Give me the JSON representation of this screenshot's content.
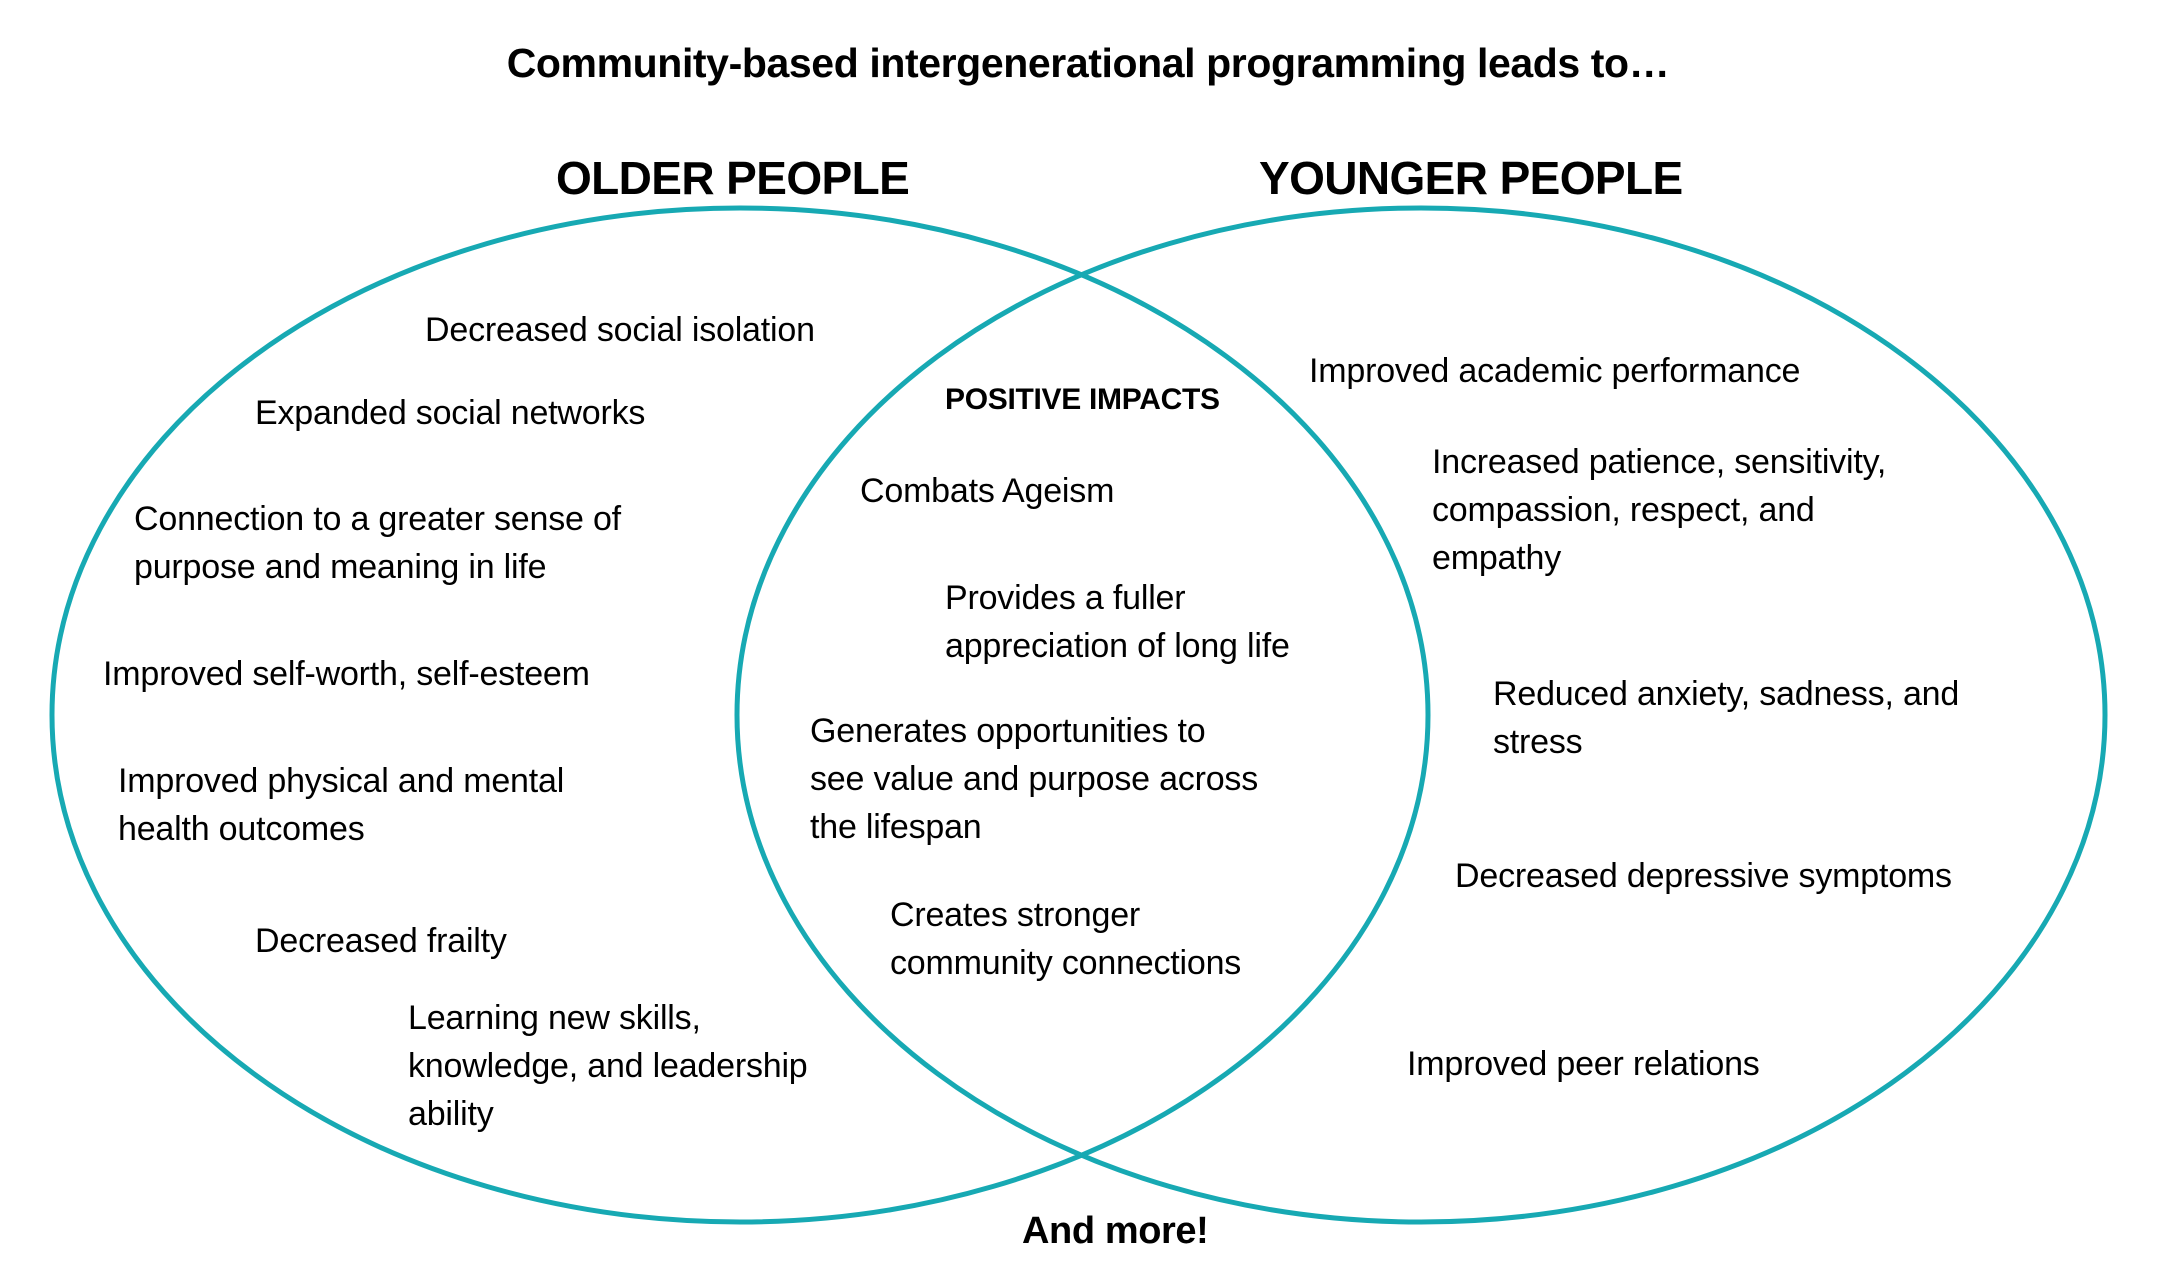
{
  "title": "Community-based intergenerational programming leads to…",
  "colors": {
    "circle_stroke": "#17A9B3",
    "text": "#000000",
    "background": "#FFFFFF"
  },
  "groups": {
    "older": {
      "heading": "OLDER PEOPLE",
      "items": [
        {
          "lines": [
            "Decreased social isolation"
          ]
        },
        {
          "lines": [
            "Expanded social networks"
          ]
        },
        {
          "lines": [
            "Connection to a greater sense of",
            "purpose and meaning in life"
          ]
        },
        {
          "lines": [
            "Improved self-worth, self-esteem"
          ]
        },
        {
          "lines": [
            "Improved physical and mental",
            "health outcomes"
          ]
        },
        {
          "lines": [
            "Decreased frailty"
          ]
        },
        {
          "lines": [
            "Learning new skills,",
            "knowledge, and leadership",
            "ability"
          ]
        }
      ]
    },
    "shared": {
      "heading": "POSITIVE IMPACTS",
      "items": [
        {
          "lines": [
            "Combats Ageism"
          ]
        },
        {
          "lines": [
            "Provides a fuller",
            "appreciation of long life"
          ]
        },
        {
          "lines": [
            "Generates opportunities to",
            "see value and purpose across",
            "the lifespan"
          ]
        },
        {
          "lines": [
            "Creates stronger",
            "community connections"
          ]
        }
      ]
    },
    "younger": {
      "heading": "YOUNGER PEOPLE",
      "items": [
        {
          "lines": [
            "Improved academic performance"
          ]
        },
        {
          "lines": [
            "Increased patience, sensitivity,",
            "compassion, respect, and",
            "empathy"
          ]
        },
        {
          "lines": [
            "Reduced anxiety, sadness, and",
            "stress"
          ]
        },
        {
          "lines": [
            "Decreased depressive symptoms"
          ]
        },
        {
          "lines": [
            "Improved peer relations"
          ]
        }
      ]
    }
  },
  "footer": "And more!"
}
